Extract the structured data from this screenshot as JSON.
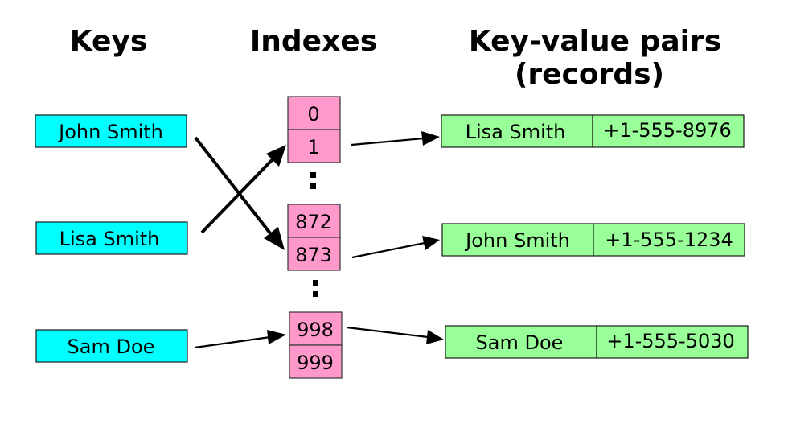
{
  "headings": {
    "keys": "Keys",
    "indexes": "Indexes",
    "records_line1": "Key-value pairs",
    "records_line2": "(records)"
  },
  "keys": [
    "John Smith",
    "Lisa Smith",
    "Sam Doe"
  ],
  "indexes": [
    "0",
    "1",
    "872",
    "873",
    "998",
    "999"
  ],
  "records": [
    {
      "name": "Lisa Smith",
      "phone": "+1-555-8976"
    },
    {
      "name": "John Smith",
      "phone": "+1-555-1234"
    },
    {
      "name": "Sam Doe",
      "phone": "+1-555-5030"
    }
  ],
  "ellipsis": "⋮",
  "colors": {
    "key_fill": "#00ffff",
    "index_fill": "#ff99cc",
    "record_fill": "#99ff99"
  }
}
